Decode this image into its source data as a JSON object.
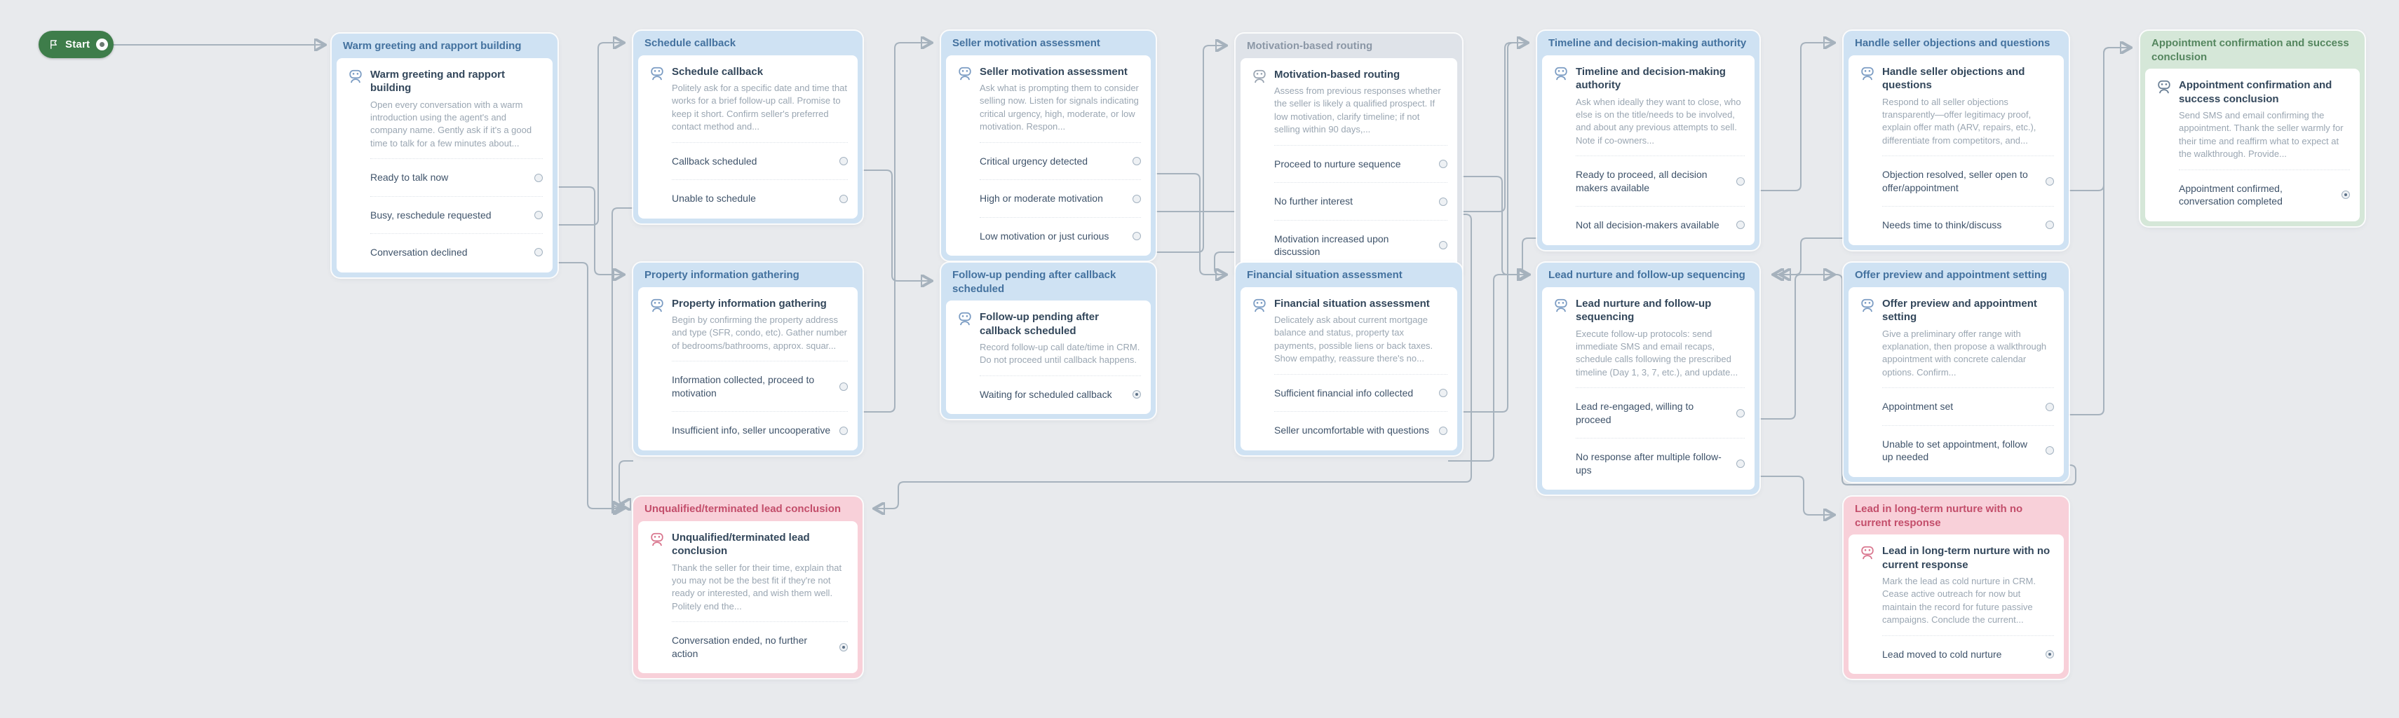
{
  "start_node": {
    "label": "Start"
  },
  "nodes": [
    {
      "id": "warm_greeting",
      "theme": "blue",
      "title": "Warm greeting and rapport building",
      "description": "Open every conversation with a warm introduction using the agent's and company name. Gently ask if it's a good time to talk for a few minutes about...",
      "options": [
        {
          "label": "Ready to talk now",
          "terminal": false
        },
        {
          "label": "Busy, reschedule requested",
          "terminal": false
        },
        {
          "label": "Conversation declined",
          "terminal": false
        }
      ]
    },
    {
      "id": "schedule_callback",
      "theme": "blue",
      "title": "Schedule callback",
      "description": "Politely ask for a specific date and time that works for a brief follow-up call. Promise to keep it short. Confirm seller's preferred contact method and...",
      "options": [
        {
          "label": "Callback scheduled",
          "terminal": false
        },
        {
          "label": "Unable to schedule",
          "terminal": false
        }
      ]
    },
    {
      "id": "property_info",
      "theme": "blue",
      "title": "Property information gathering",
      "description": "Begin by confirming the property address and type (SFR, condo, etc). Gather number of bedrooms/bathrooms, approx. squar...",
      "options": [
        {
          "label": "Information collected, proceed to motivation",
          "terminal": false
        },
        {
          "label": "Insufficient info, seller uncooperative",
          "terminal": false
        }
      ]
    },
    {
      "id": "unqualified",
      "theme": "pink",
      "title": "Unqualified/terminated lead conclusion",
      "description": "Thank the seller for their time, explain that you may not be the best fit if they're not ready or interested, and wish them well. Politely end the...",
      "options": [
        {
          "label": "Conversation ended, no further action",
          "terminal": true
        }
      ]
    },
    {
      "id": "seller_motivation",
      "theme": "blue",
      "title": "Seller motivation assessment",
      "description": "Ask what is prompting them to consider selling now. Listen for signals indicating critical urgency, high, moderate, or low motivation. Respon...",
      "options": [
        {
          "label": "Critical urgency detected",
          "terminal": false
        },
        {
          "label": "High or moderate motivation",
          "terminal": false
        },
        {
          "label": "Low motivation or just curious",
          "terminal": false
        }
      ]
    },
    {
      "id": "followup_pending",
      "theme": "blue",
      "title": "Follow-up pending after callback scheduled",
      "description": "Record follow-up call date/time in CRM. Do not proceed until callback happens.",
      "options": [
        {
          "label": "Waiting for scheduled callback",
          "terminal": true
        }
      ]
    },
    {
      "id": "motivation_routing",
      "theme": "grey",
      "title": "Motivation-based routing",
      "description": "Assess from previous responses whether the seller is likely a qualified prospect. If low motivation, clarify timeline; if not selling within 90 days,...",
      "options": [
        {
          "label": "Proceed to nurture sequence",
          "terminal": false
        },
        {
          "label": "No further interest",
          "terminal": false
        },
        {
          "label": "Motivation increased upon discussion",
          "terminal": false
        }
      ]
    },
    {
      "id": "financial",
      "theme": "blue",
      "title": "Financial situation assessment",
      "description": "Delicately ask about current mortgage balance and status, property tax payments, possible liens or back taxes. Show empathy, reassure there's no...",
      "options": [
        {
          "label": "Sufficient financial info collected",
          "terminal": false
        },
        {
          "label": "Seller uncomfortable with questions",
          "terminal": false
        }
      ]
    },
    {
      "id": "timeline",
      "theme": "blue",
      "title": "Timeline and decision-making authority",
      "description": "Ask when ideally they want to close, who else is on the title/needs to be involved, and about any previous attempts to sell. Note if co-owners...",
      "options": [
        {
          "label": "Ready to proceed, all decision makers available",
          "terminal": false
        },
        {
          "label": "Not all decision-makers available",
          "terminal": false
        }
      ]
    },
    {
      "id": "lead_nurture",
      "theme": "blue",
      "title": "Lead nurture and follow-up sequencing",
      "description": "Execute follow-up protocols: send immediate SMS and email recaps, schedule calls following the prescribed timeline (Day 1, 3, 7, etc.), and update...",
      "options": [
        {
          "label": "Lead re-engaged, willing to proceed",
          "terminal": false
        },
        {
          "label": "No response after multiple follow-ups",
          "terminal": false
        }
      ]
    },
    {
      "id": "objections",
      "theme": "blue",
      "title": "Handle seller objections and questions",
      "description": "Respond to all seller objections transparently—offer legitimacy proof, explain offer math (ARV, repairs, etc.), differentiate from competitors, and...",
      "options": [
        {
          "label": "Objection resolved, seller open to offer/appointment",
          "terminal": false
        },
        {
          "label": "Needs time to think/discuss",
          "terminal": false
        }
      ]
    },
    {
      "id": "offer_preview",
      "theme": "blue",
      "title": "Offer preview and appointment setting",
      "description": "Give a preliminary offer range with explanation, then propose a walkthrough appointment with concrete calendar options. Confirm...",
      "options": [
        {
          "label": "Appointment set",
          "terminal": false
        },
        {
          "label": "Unable to set appointment, follow up needed",
          "terminal": false
        }
      ]
    },
    {
      "id": "lead_longterm",
      "theme": "pink",
      "title": "Lead in long-term nurture with no current response",
      "description": "Mark the lead as cold nurture in CRM. Cease active outreach for now but maintain the record for future passive campaigns. Conclude the current...",
      "options": [
        {
          "label": "Lead moved to cold nurture",
          "terminal": true
        }
      ]
    },
    {
      "id": "appointment_confirmation",
      "theme": "green",
      "title": "Appointment confirmation and success conclusion",
      "description": "Send SMS and email confirming the appointment. Thank the seller warmly for their time and reaffirm what to expect at the walkthrough. Provide...",
      "options": [
        {
          "label": "Appointment confirmed, conversation completed",
          "terminal": true
        }
      ]
    }
  ],
  "edges": [
    {
      "from": "start",
      "to": "warm_greeting"
    },
    {
      "from": "warm_greeting.0",
      "to": "property_info"
    },
    {
      "from": "warm_greeting.1",
      "to": "schedule_callback"
    },
    {
      "from": "warm_greeting.2",
      "to": "unqualified"
    },
    {
      "from": "schedule_callback.0",
      "to": "followup_pending"
    },
    {
      "from": "schedule_callback.1",
      "to": "unqualified"
    },
    {
      "from": "property_info.0",
      "to": "seller_motivation"
    },
    {
      "from": "property_info.1",
      "to": "unqualified"
    },
    {
      "from": "seller_motivation.0",
      "to": "financial"
    },
    {
      "from": "seller_motivation.1",
      "to": "timeline"
    },
    {
      "from": "seller_motivation.2",
      "to": "motivation_routing"
    },
    {
      "from": "motivation_routing.0",
      "to": "lead_nurture"
    },
    {
      "from": "motivation_routing.1",
      "to": "unqualified"
    },
    {
      "from": "motivation_routing.2",
      "to": "financial"
    },
    {
      "from": "financial.0",
      "to": "timeline"
    },
    {
      "from": "financial.1",
      "to": "lead_nurture"
    },
    {
      "from": "timeline.0",
      "to": "objections"
    },
    {
      "from": "timeline.1",
      "to": "lead_nurture"
    },
    {
      "from": "objections.0",
      "to": "appointment_confirmation"
    },
    {
      "from": "objections.1",
      "to": "lead_nurture"
    },
    {
      "from": "offer_preview.0",
      "to": "appointment_confirmation"
    },
    {
      "from": "offer_preview.1",
      "to": "lead_nurture"
    },
    {
      "from": "lead_nurture.0",
      "to": "offer_preview"
    },
    {
      "from": "lead_nurture.1",
      "to": "lead_longterm"
    }
  ]
}
